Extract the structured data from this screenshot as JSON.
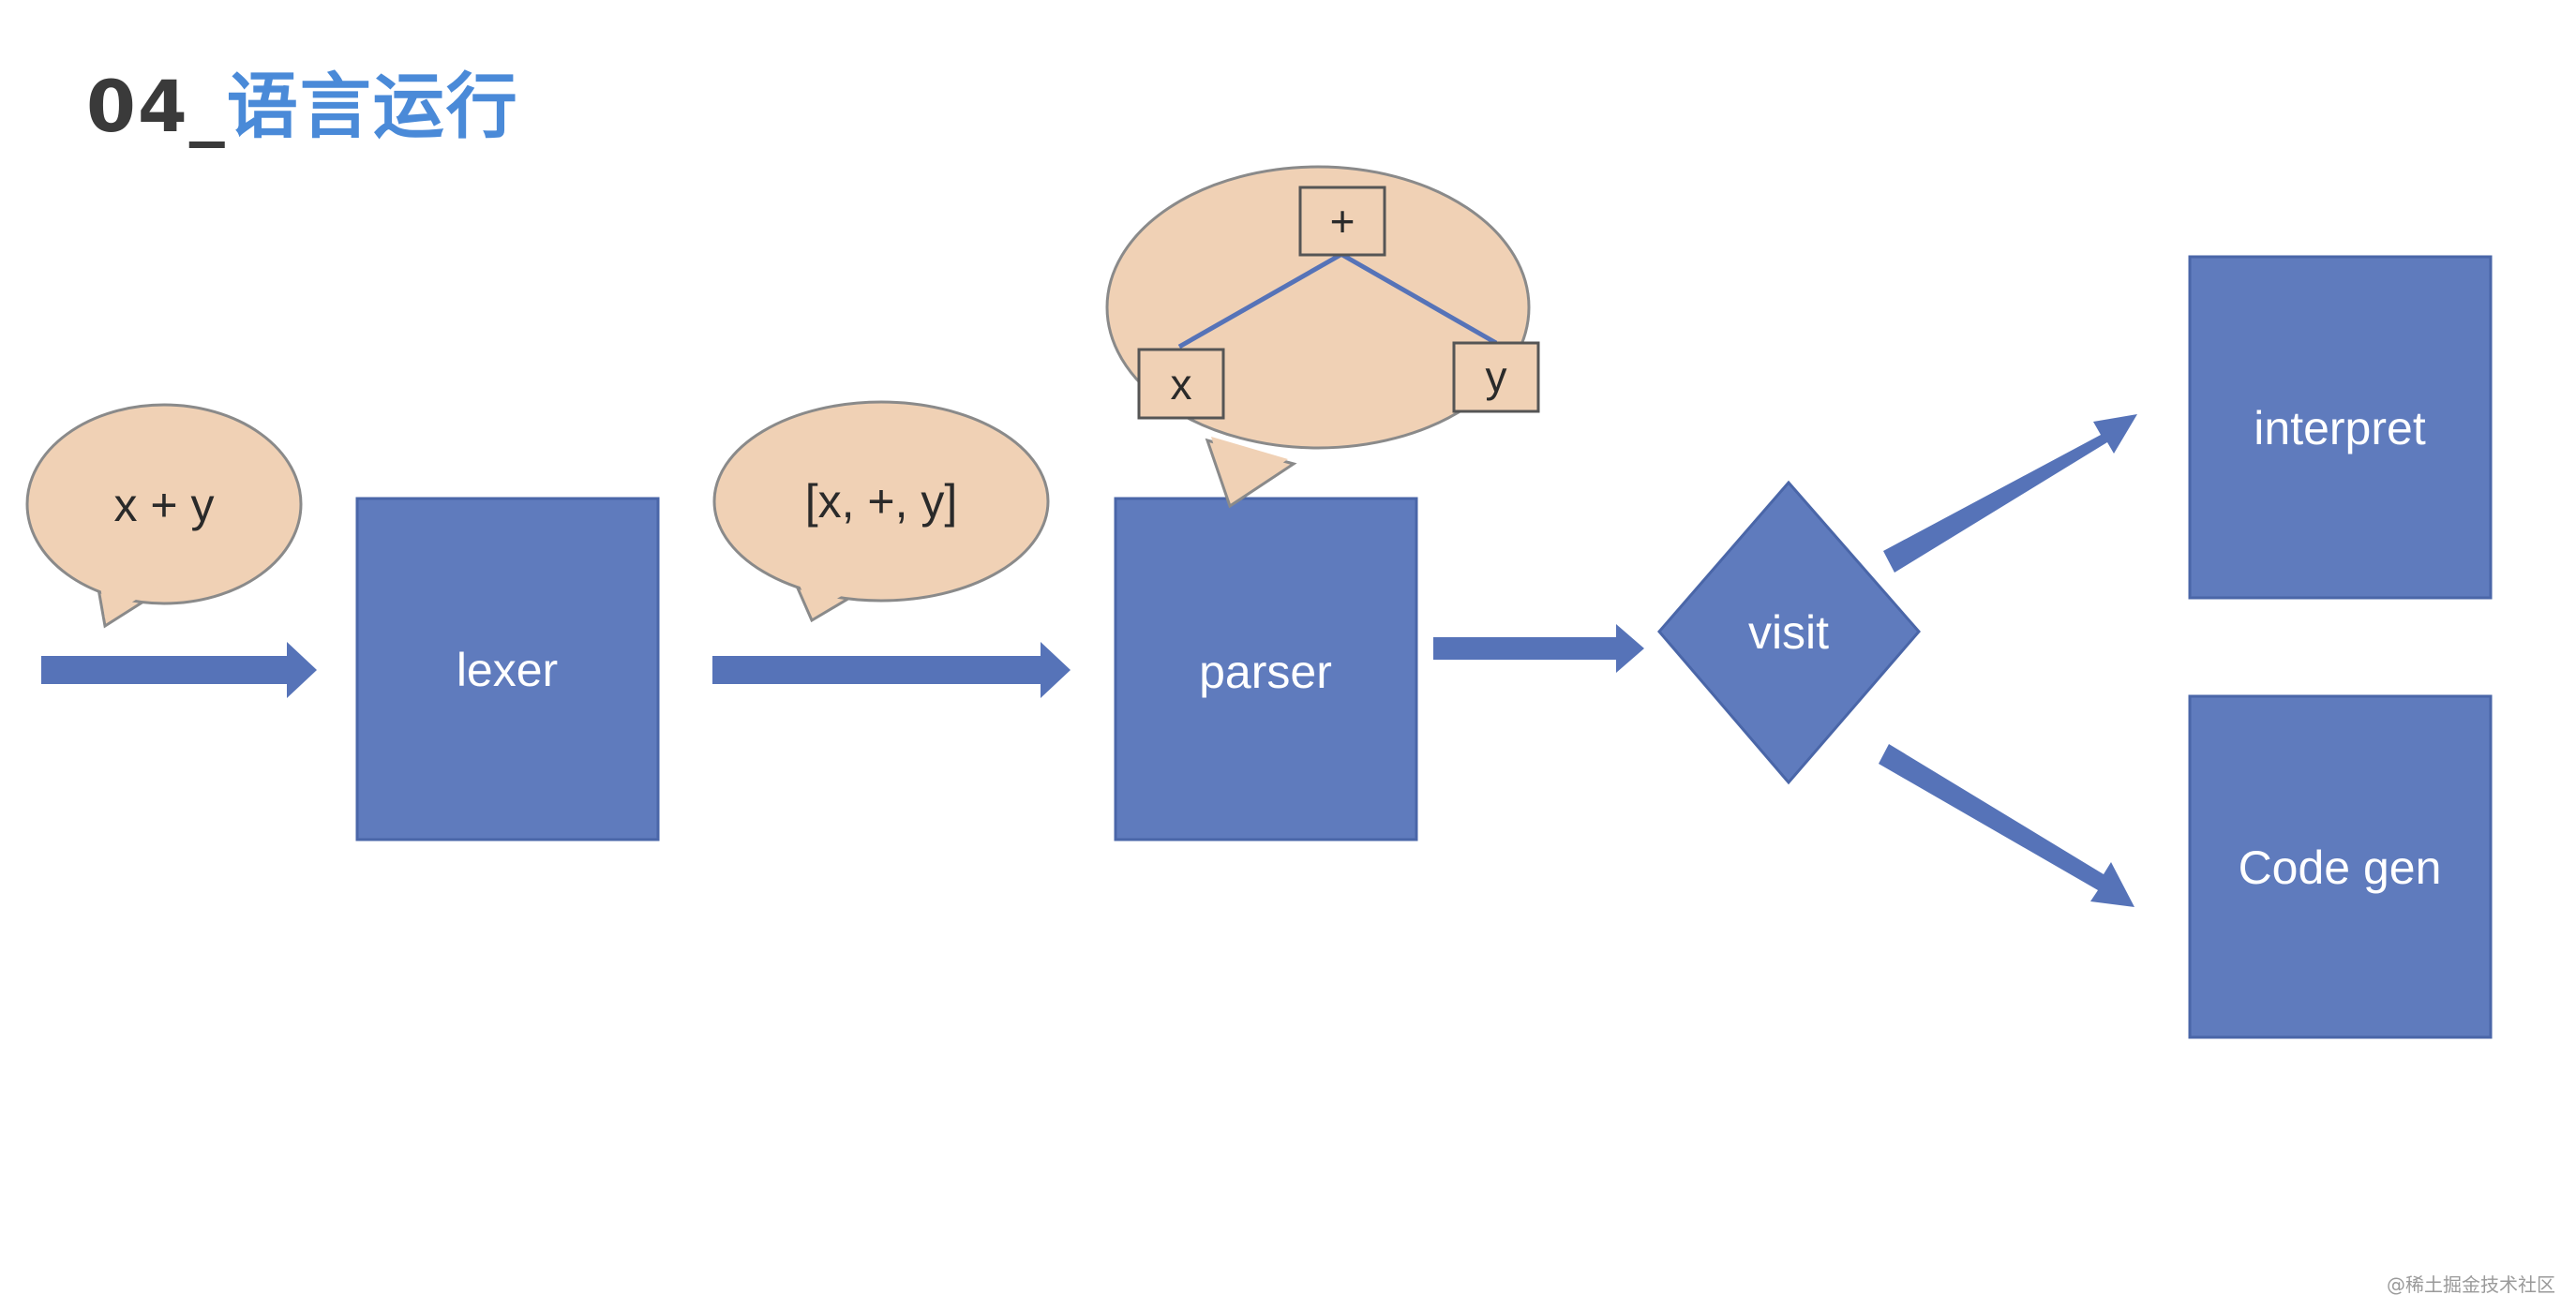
{
  "title": {
    "prefix": "04_",
    "main": "语言运行"
  },
  "bubbles": {
    "source": "x + y",
    "tokens": "[x, +, y]"
  },
  "stages": {
    "lexer": "lexer",
    "parser": "parser",
    "visit": "visit",
    "interpret": "interpret",
    "codegen": "Code gen"
  },
  "ast": {
    "root": "+",
    "left": "x",
    "right": "y"
  },
  "watermark": "@稀土掘金技术社区",
  "colors": {
    "box": "#5f7bbd",
    "box_stroke": "#4a66a8",
    "arrow": "#5673b8",
    "bubble_fill": "#f0d1b5",
    "bubble_stroke": "#8a8a8a",
    "title_prefix": "#3a3a3a",
    "title_main": "#4a8ad8"
  }
}
